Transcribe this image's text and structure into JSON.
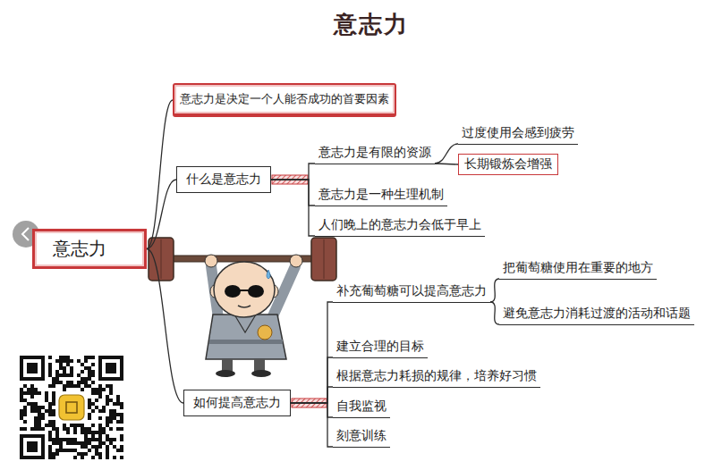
{
  "diagram": {
    "title": "意志力",
    "nodes": [
      {
        "text": [
          "意志力"
        ]
      },
      {
        "text": [
          "意志力是决定一个人能否成功的首要因素"
        ]
      },
      {
        "text": [
          "什么是意志力"
        ]
      },
      {
        "text": [
          "意志力是有限的资源"
        ]
      },
      {
        "text": [
          "过度使用会感到疲劳"
        ]
      },
      {
        "text": [
          "长期锻炼会增强"
        ]
      },
      {
        "text": [
          "意志力是一种生理机制"
        ]
      },
      {
        "text": [
          "人们晚上的意志力会低于早上"
        ]
      },
      {
        "text": [
          "如何提高意志力"
        ]
      },
      {
        "text": [
          "补充葡萄糖可以提高意志力"
        ]
      },
      {
        "text": [
          "把葡萄糖使用在重要的地方"
        ]
      },
      {
        "text": [
          "避免意志力消耗过渡的活动和话题"
        ]
      },
      {
        "text": [
          "建立合理的目标"
        ]
      },
      {
        "text": [
          "根据意志力耗损的规律，培养好习惯"
        ]
      },
      {
        "text": [
          "自我监视"
        ]
      },
      {
        "text": [
          "刻意训练"
        ]
      }
    ],
    "edges": [
      {
        "from": 0,
        "to": 1,
        "arrow": "none"
      },
      {
        "from": 0,
        "to": 2,
        "arrow": "none"
      },
      {
        "from": 0,
        "to": 8,
        "arrow": "none"
      },
      {
        "from": 2,
        "to": 3,
        "arrow": "none"
      },
      {
        "from": 2,
        "to": 6,
        "arrow": "none"
      },
      {
        "from": 2,
        "to": 7,
        "arrow": "none"
      },
      {
        "from": 3,
        "to": 4,
        "arrow": "none"
      },
      {
        "from": 3,
        "to": 5,
        "arrow": "none"
      },
      {
        "from": 8,
        "to": 9,
        "arrow": "none"
      },
      {
        "from": 8,
        "to": 12,
        "arrow": "none"
      },
      {
        "from": 8,
        "to": 13,
        "arrow": "none"
      },
      {
        "from": 8,
        "to": 14,
        "arrow": "none"
      },
      {
        "from": 8,
        "to": 15,
        "arrow": "none"
      },
      {
        "from": 9,
        "to": 10,
        "arrow": "none"
      },
      {
        "from": 9,
        "to": 11,
        "arrow": "none"
      }
    ]
  }
}
